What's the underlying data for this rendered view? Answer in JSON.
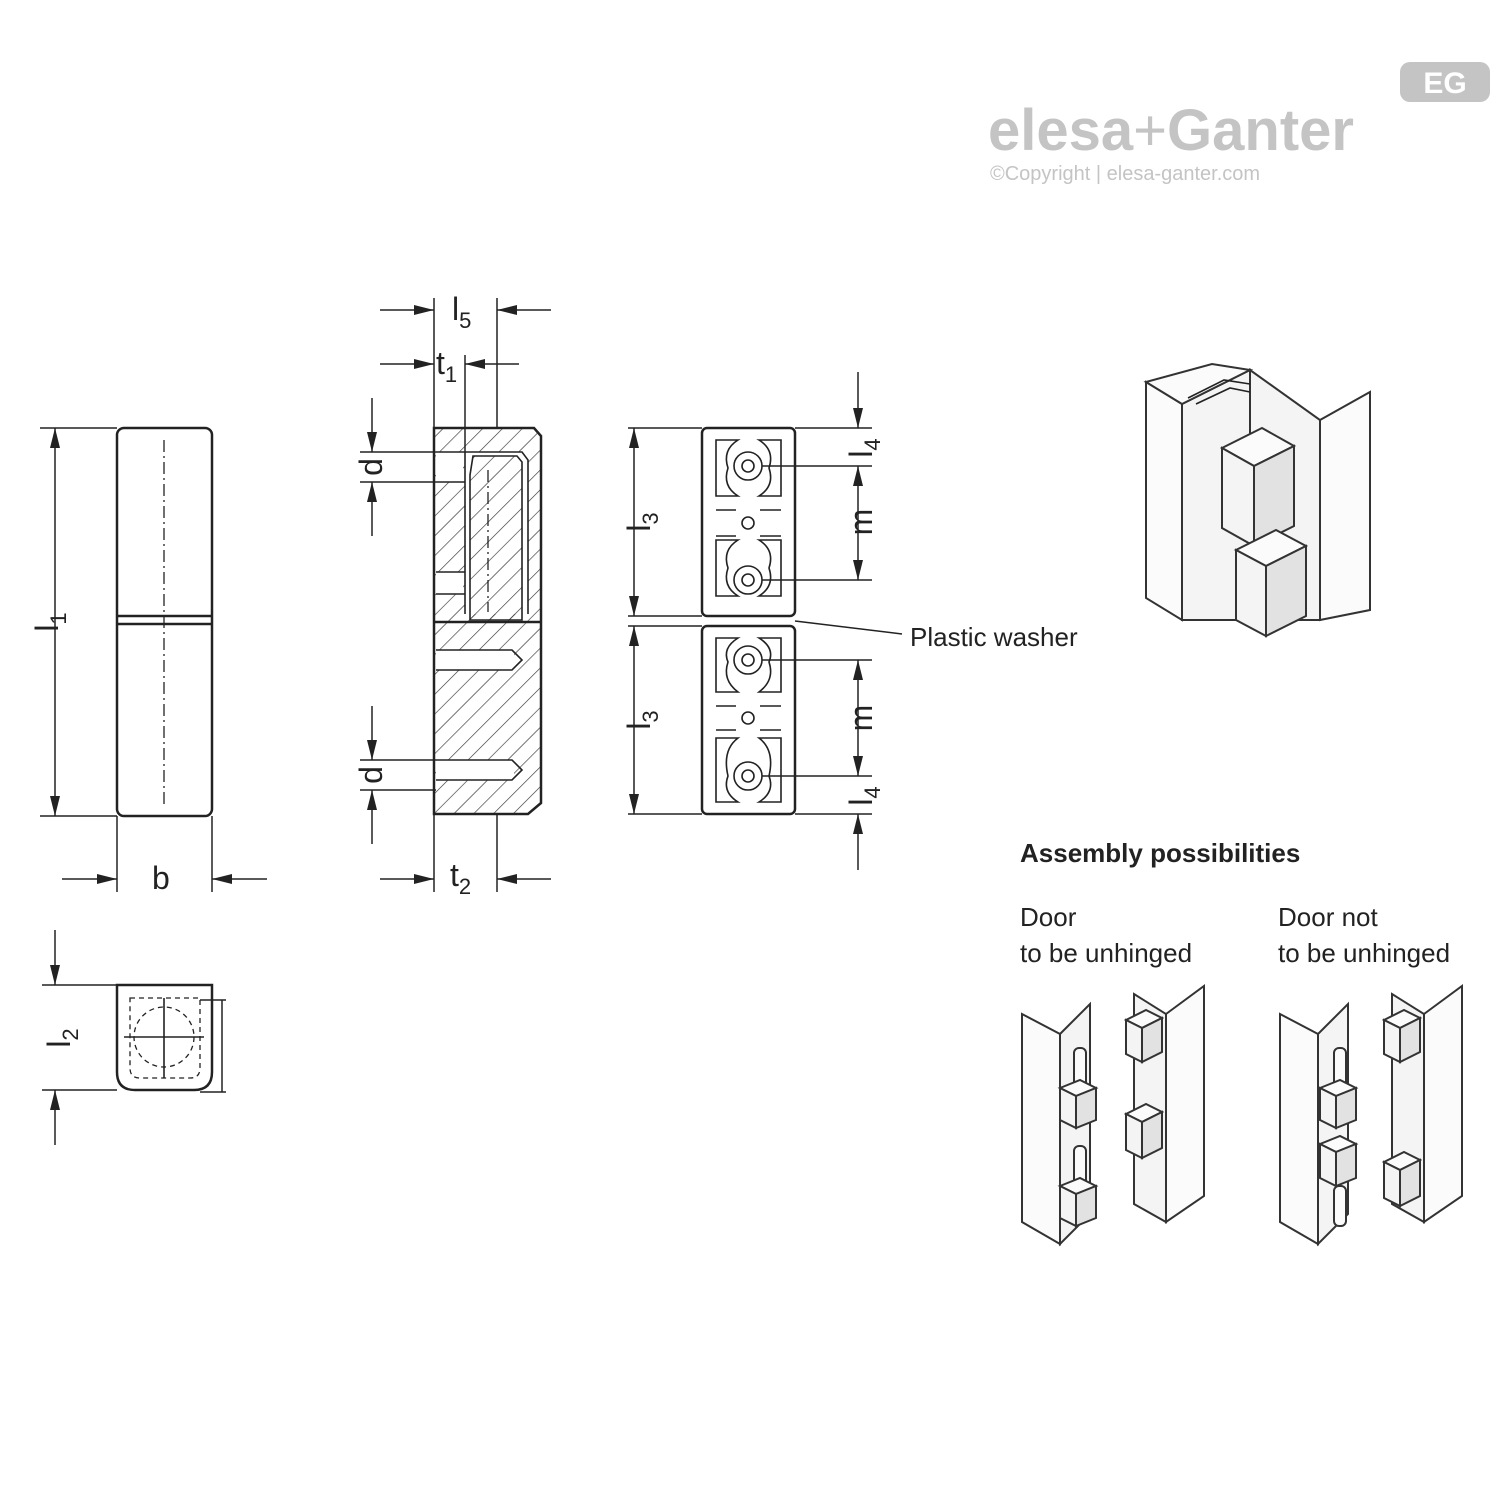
{
  "brand": {
    "logo_left": "elesa",
    "logo_plus": "+",
    "logo_right": "Ganter",
    "logo_mark": "EG",
    "copyright": "©Copyright | elesa-ganter.com"
  },
  "dimensions": {
    "l1": {
      "main": "l",
      "sub": "1"
    },
    "l2": {
      "main": "l",
      "sub": "2"
    },
    "l3": {
      "main": "l",
      "sub": "3"
    },
    "l4": {
      "main": "l",
      "sub": "4"
    },
    "l5": {
      "main": "l",
      "sub": "5"
    },
    "t1": {
      "main": "t",
      "sub": "1"
    },
    "t2": {
      "main": "t",
      "sub": "2"
    },
    "b": "b",
    "d": "d",
    "m": "m"
  },
  "labels": {
    "plastic_washer": "Plastic washer",
    "assembly_title": "Assembly possibilities",
    "option1_line1": "Door",
    "option1_line2": "to be unhinged",
    "option2_line1": "Door not",
    "option2_line2": "to be unhinged"
  },
  "colors": {
    "line": "#222222",
    "logo_gray": "#c4c4c4",
    "background": "#ffffff"
  }
}
